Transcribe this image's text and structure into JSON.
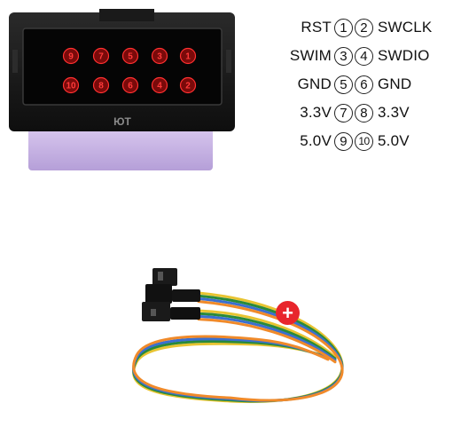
{
  "connector": {
    "top_row_pins": [
      "9",
      "7",
      "5",
      "3",
      "1"
    ],
    "bottom_row_pins": [
      "10",
      "8",
      "6",
      "4",
      "2"
    ],
    "body_marking": "ЮT"
  },
  "pinout": {
    "rows": [
      {
        "left_label": "RST",
        "left_pin": "1",
        "right_pin": "2",
        "right_label": "SWCLK"
      },
      {
        "left_label": "SWIM",
        "left_pin": "3",
        "right_pin": "4",
        "right_label": "SWDIO"
      },
      {
        "left_label": "GND",
        "left_pin": "5",
        "right_pin": "6",
        "right_label": "GND"
      },
      {
        "left_label": "3.3V",
        "left_pin": "7",
        "right_pin": "8",
        "right_label": "3.3V"
      },
      {
        "left_label": "5.0V",
        "left_pin": "9",
        "right_pin": "10",
        "right_label": "5.0V"
      }
    ]
  },
  "cable": {
    "badge_symbol": "+",
    "wire_colors": [
      "#e8c431",
      "#2a8a3a",
      "#3a6fd0",
      "#f08a2a"
    ]
  }
}
